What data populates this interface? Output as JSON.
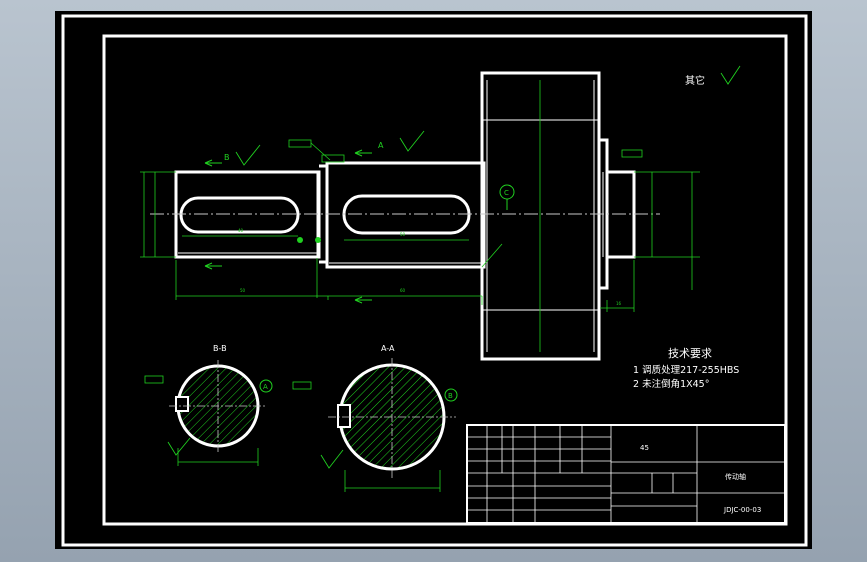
{
  "drawing": {
    "corner_note": "其它",
    "section_bb_title": "B-B",
    "section_aa_title": "A-A",
    "view_label_b": "B",
    "view_label_a": "A",
    "datum_a": "A",
    "datum_b": "B",
    "datum_c": "C",
    "tech_req_title": "技术要求",
    "tech_req_1": "1 调质处理217-255HBS",
    "tech_req_2": "2 未注倒角1X45°",
    "title_block_material": "45",
    "title_block_part_name": "传动轴",
    "title_block_drawing_no": "JDJC-00-03"
  },
  "colors": {
    "screen_bg": "#b9c4cf",
    "drawing_bg": "#000000",
    "line_white": "#ffffff",
    "dim_green": "#20d020",
    "center_gray": "#b0b0b0"
  }
}
